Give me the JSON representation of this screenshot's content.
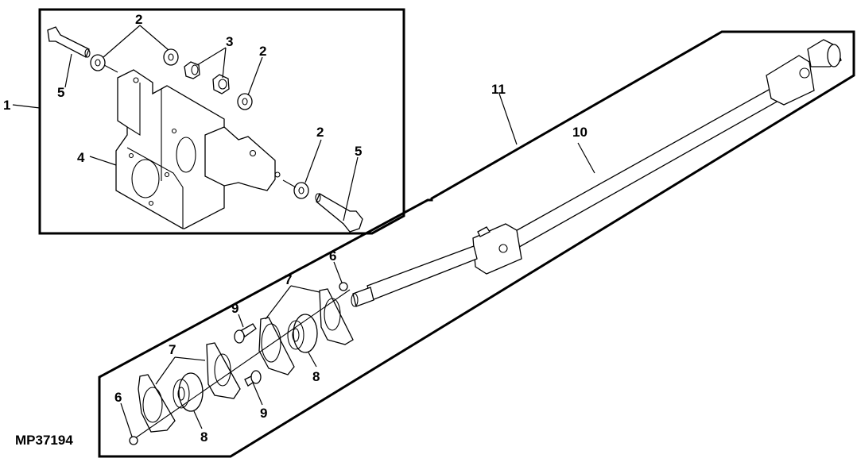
{
  "figure": {
    "id_label": "MP37194",
    "background": "#ffffff",
    "line_color": "#000000"
  },
  "callouts": [
    {
      "label": "1",
      "part": "bracket-assembly"
    },
    {
      "label": "2",
      "part": "washer"
    },
    {
      "label": "2",
      "part": "washer"
    },
    {
      "label": "2",
      "part": "washer"
    },
    {
      "label": "2",
      "part": "washer"
    },
    {
      "label": "3",
      "part": "lock-nut"
    },
    {
      "label": "4",
      "part": "bracket"
    },
    {
      "label": "5",
      "part": "cap-screw"
    },
    {
      "label": "5",
      "part": "cap-screw"
    },
    {
      "label": "6",
      "part": "nut"
    },
    {
      "label": "6",
      "part": "nut"
    },
    {
      "label": "7",
      "part": "flange"
    },
    {
      "label": "7",
      "part": "flange"
    },
    {
      "label": "8",
      "part": "bearing"
    },
    {
      "label": "8",
      "part": "bearing"
    },
    {
      "label": "9",
      "part": "carriage-bolt"
    },
    {
      "label": "9",
      "part": "carriage-bolt"
    },
    {
      "label": "10",
      "part": "drive-shaft"
    },
    {
      "label": "11",
      "part": "drive-shaft-assembly"
    }
  ]
}
